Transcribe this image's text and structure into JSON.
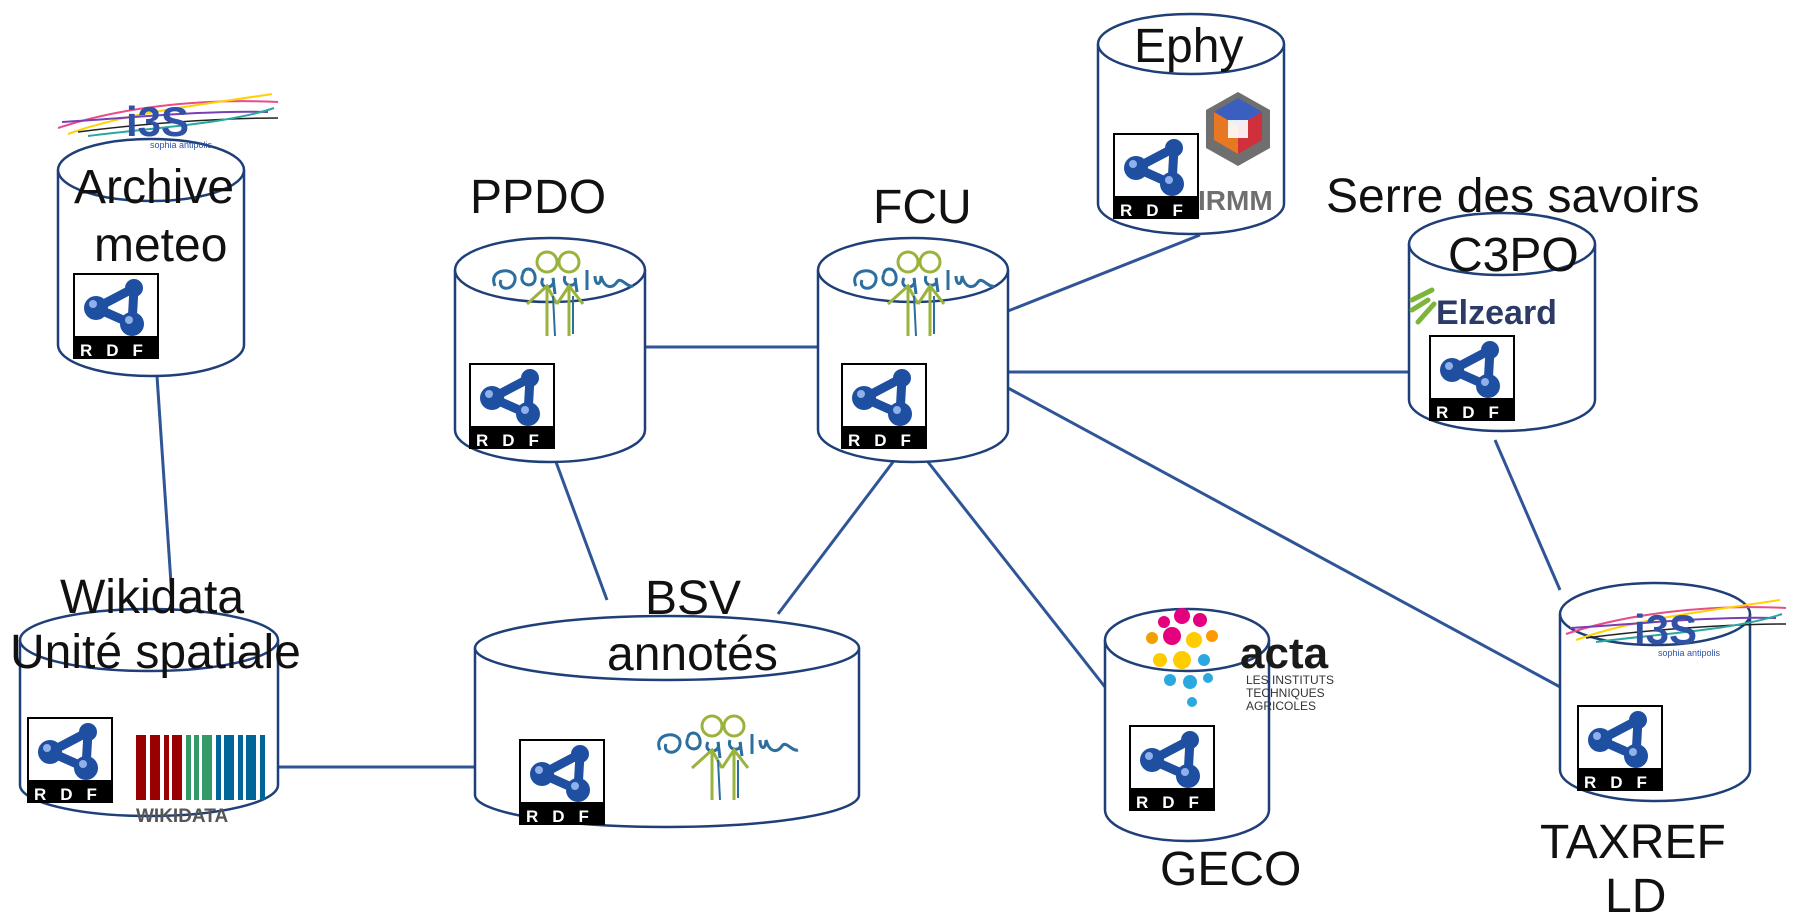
{
  "diagram": {
    "nodes": {
      "archive_meteo": {
        "label_line1": "Archive",
        "label_line2": "meteo"
      },
      "ppdo": {
        "label": "PPDO"
      },
      "fcu": {
        "label": "FCU"
      },
      "ephy": {
        "label": "Ephy"
      },
      "c3po": {
        "label": "C3PO",
        "caption": "Serre des savoirs"
      },
      "wikidata": {
        "label_line1": "Wikidata",
        "label_line2": "Unité spatiale"
      },
      "bsv": {
        "label_line1": "BSV",
        "label_line2": "annotés"
      },
      "geco": {
        "label": "GECO"
      },
      "taxref": {
        "label_line1": "TAXREF",
        "label_line2": "LD"
      }
    },
    "edges": [
      {
        "from": "archive_meteo",
        "to": "wikidata"
      },
      {
        "from": "wikidata",
        "to": "bsv"
      },
      {
        "from": "ppdo",
        "to": "fcu"
      },
      {
        "from": "ppdo",
        "to": "bsv"
      },
      {
        "from": "fcu",
        "to": "bsv"
      },
      {
        "from": "fcu",
        "to": "ephy"
      },
      {
        "from": "fcu",
        "to": "c3po"
      },
      {
        "from": "fcu",
        "to": "geco"
      },
      {
        "from": "fcu",
        "to": "taxref"
      },
      {
        "from": "c3po",
        "to": "taxref"
      }
    ],
    "logos": {
      "rdf": "RDF",
      "rdf_letters": [
        "R",
        "D",
        "F"
      ],
      "i3s": "i3S",
      "i3s_sub": "sophia antipolis",
      "copain": "copain",
      "irmm": "IRMM",
      "elzeard": "Elzeard",
      "acta": "acta",
      "acta_sub1": "LES INSTITUTS",
      "acta_sub2": "TECHNIQUES",
      "acta_sub3": "AGRICOLES",
      "wikidata": "WIKIDATA"
    },
    "colors": {
      "edge": "#2f5597",
      "cylinder_stroke": "#1f3f78",
      "rdf_blue": "#1e4fa0",
      "copain_green": "#9ab33c",
      "copain_blue": "#2c6f9e",
      "i3s_blue": "#2f52a6",
      "irmm_orange": "#e87722",
      "elzeard_green": "#7bb53a",
      "elzeard_text": "#2b3a67",
      "wikidata_red": "#990000",
      "wikidata_green": "#339966",
      "wikidata_blue": "#006699",
      "acta_pink": "#e4007e"
    }
  }
}
